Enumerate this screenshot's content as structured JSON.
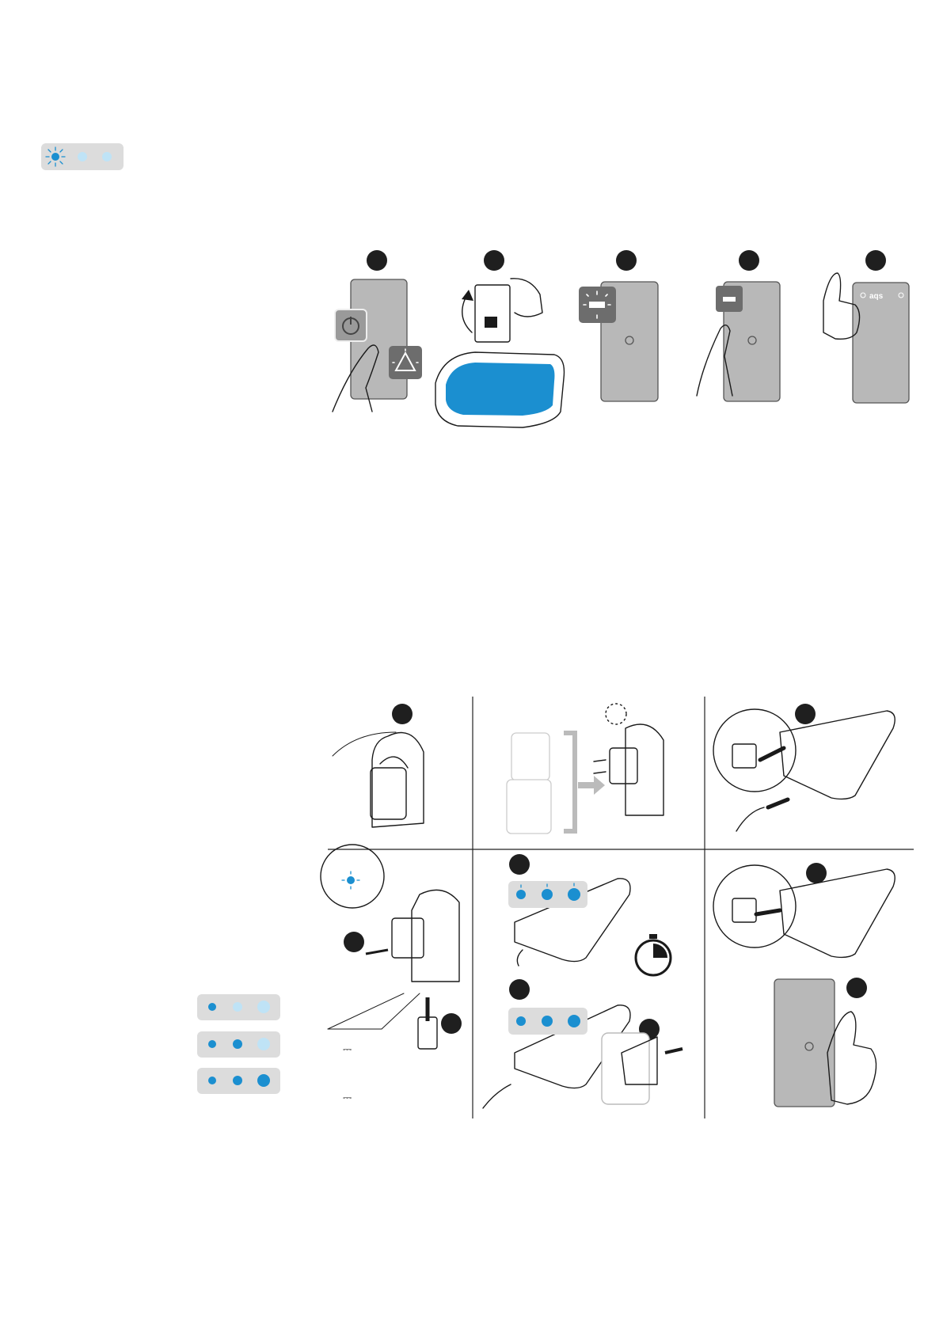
{
  "document": {
    "kind": "instruction-sheet",
    "accent_color": "#1b8fd0",
    "panel_color": "#dcdcdc",
    "device_color": "#b5b5b5"
  },
  "status_indicator": {
    "dots": 3,
    "active_dot": 1,
    "active_state": "blinking"
  },
  "upper_steps": {
    "badge_count": 5,
    "steps": [
      {
        "action": "press-power-button",
        "symbol": "power-icon",
        "alert": "warning-triangle-blinking"
      },
      {
        "action": "switch-breaker-and-fill-tub",
        "symbol": "breaker-switch"
      },
      {
        "action": "display-shows-dash-blinking",
        "symbol": "dash-blinking"
      },
      {
        "action": "press-dash-button",
        "symbol": "dash"
      },
      {
        "action": "ready",
        "symbol": "thumbs-up",
        "display_brand": "aqs"
      }
    ]
  },
  "charge_levels": [
    {
      "filled": 1
    },
    {
      "filled": 2
    },
    {
      "filled": 3
    }
  ],
  "lower_steps": {
    "dc_symbol": "⎓",
    "panels": [
      {
        "action": "open-adapter-compartment"
      },
      {
        "action": "choose-plug-type"
      },
      {
        "action": "insert-usb-into-remote"
      },
      {
        "action": "plug-in-adapter-and-cable"
      },
      {
        "action": "charging-indicators",
        "timer": "stopwatch-icon"
      },
      {
        "action": "remove-usb-cable"
      },
      {
        "action": "remote-ready",
        "symbol": "thumbs-up"
      }
    ]
  }
}
